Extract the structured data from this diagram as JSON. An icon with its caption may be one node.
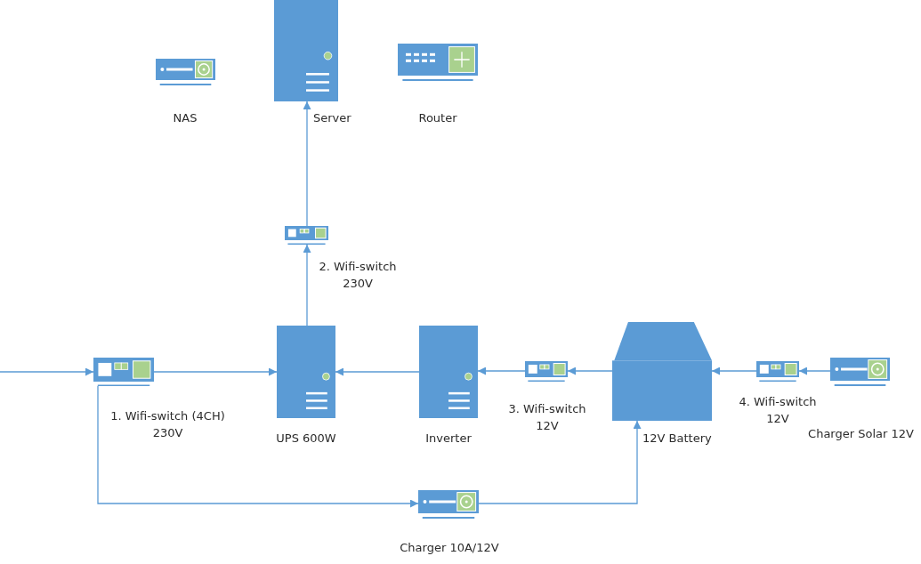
{
  "diagram": {
    "nodes": [
      {
        "text": [],
        "shape": "device",
        "beside": [
          "NAS"
        ]
      },
      {
        "text": [],
        "shape": "server",
        "beside": [
          "Server"
        ]
      },
      {
        "text": [],
        "shape": "router",
        "beside": [
          "Router"
        ]
      },
      {
        "text": [],
        "shape": "switch",
        "beside": [
          "2. Wifi-switch 230V"
        ]
      },
      {
        "text": [],
        "shape": "switch",
        "beside": [
          "1. Wifi-switch (4CH) 230V"
        ]
      },
      {
        "text": [],
        "shape": "server",
        "beside": [
          "UPS 600W"
        ]
      },
      {
        "text": [],
        "shape": "server",
        "beside": [
          "Inverter"
        ]
      },
      {
        "text": [],
        "shape": "switch",
        "beside": [
          "3. Wifi-switch 12V"
        ]
      },
      {
        "text": [],
        "shape": "battery",
        "beside": [
          "12V Battery"
        ]
      },
      {
        "text": [],
        "shape": "switch",
        "beside": [
          "4. Wifi-switch 12V"
        ]
      },
      {
        "text": [],
        "shape": "device",
        "beside": [
          "Charger Solar 12V"
        ]
      },
      {
        "text": [],
        "shape": "device",
        "beside": [
          "Charger 10A/12V"
        ]
      }
    ],
    "edges": [
      {
        "from": null,
        "to": 4,
        "arrow": "to"
      },
      {
        "from": 4,
        "to": 5,
        "arrow": "to"
      },
      {
        "from": 6,
        "to": 5,
        "arrow": "to"
      },
      {
        "from": 7,
        "to": 6,
        "arrow": "to"
      },
      {
        "from": 8,
        "to": 7,
        "arrow": "to"
      },
      {
        "from": 9,
        "to": 8,
        "arrow": "to"
      },
      {
        "from": 10,
        "to": 9,
        "arrow": "to"
      },
      {
        "from": 5,
        "to": 3,
        "arrow": "to"
      },
      {
        "from": 3,
        "to": 1,
        "arrow": "to"
      },
      {
        "from": 4,
        "to": 11,
        "arrow": "to"
      },
      {
        "from": 11,
        "to": 8,
        "arrow": "to"
      }
    ]
  }
}
